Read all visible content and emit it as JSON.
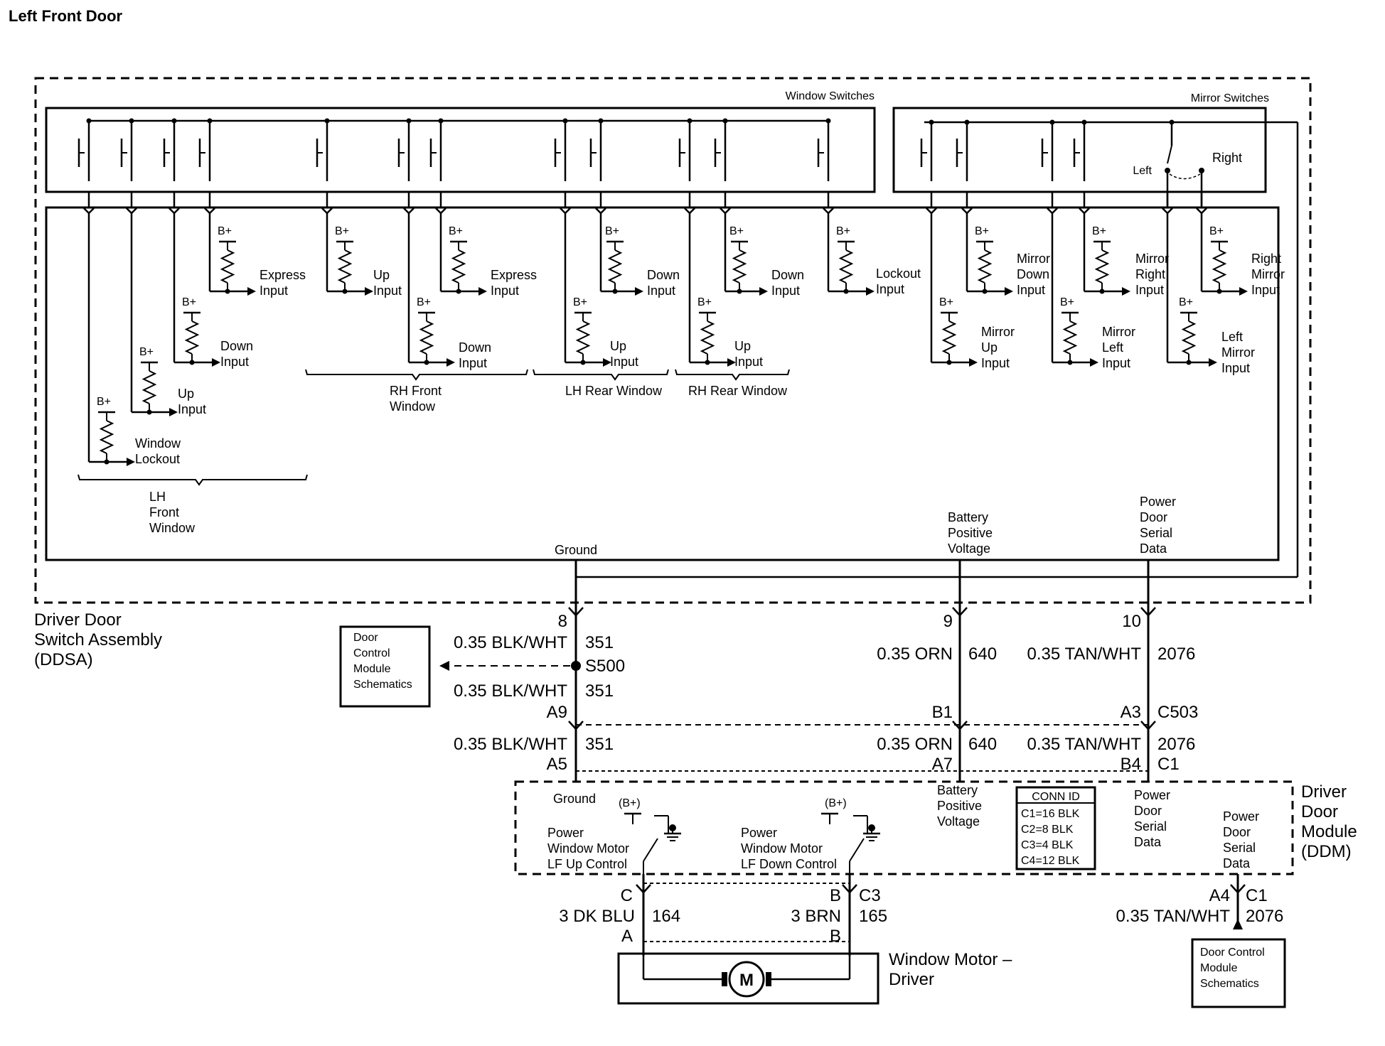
{
  "page_title": "Left Front Door",
  "ddsa": {
    "name_lines": [
      "Driver Door",
      "Switch Assembly",
      "(DDSA)"
    ],
    "window_switches_label": "Window Switches",
    "mirror_switches_label": "Mirror Switches",
    "mirror_left": "Left",
    "mirror_right": "Right",
    "bplus": "B+",
    "inputs": [
      {
        "lines": [
          "Window",
          "Lockout"
        ]
      },
      {
        "lines": [
          "Up",
          "Input"
        ]
      },
      {
        "lines": [
          "Down",
          "Input"
        ]
      },
      {
        "lines": [
          "Express",
          "Input"
        ]
      },
      {
        "lines": [
          "Up",
          "Input"
        ]
      },
      {
        "lines": [
          "Down",
          "Input"
        ]
      },
      {
        "lines": [
          "Express",
          "Input"
        ]
      },
      {
        "lines": [
          "Up",
          "Input"
        ]
      },
      {
        "lines": [
          "Down",
          "Input"
        ]
      },
      {
        "lines": [
          "Up",
          "Input"
        ]
      },
      {
        "lines": [
          "Down",
          "Input"
        ]
      },
      {
        "lines": [
          "Lockout",
          "Input"
        ]
      },
      {
        "lines": [
          "Mirror",
          "Up",
          "Input"
        ]
      },
      {
        "lines": [
          "Mirror",
          "Down",
          "Input"
        ]
      },
      {
        "lines": [
          "Mirror",
          "Left",
          "Input"
        ]
      },
      {
        "lines": [
          "Mirror",
          "Right",
          "Input"
        ]
      },
      {
        "lines": [
          "Left",
          "Mirror",
          "Input"
        ]
      },
      {
        "lines": [
          "Right",
          "Mirror",
          "Input"
        ]
      }
    ],
    "groups": [
      {
        "lines": [
          "LH",
          "Front",
          "Window"
        ]
      },
      {
        "lines": [
          "RH Front",
          "Window"
        ]
      },
      {
        "lines": [
          "LH Rear Window"
        ]
      },
      {
        "lines": [
          "RH Rear Window"
        ]
      }
    ],
    "ground": "Ground",
    "battery_lines": [
      "Battery",
      "Positive",
      "Voltage"
    ],
    "serial_lines": [
      "Power",
      "Door",
      "Serial",
      "Data"
    ]
  },
  "circuits": {
    "pin8": "8",
    "pin9": "9",
    "pin10": "10",
    "ground_wire": "0.35 BLK/WHT",
    "ground_circuit": "351",
    "splice": "S500",
    "orn_wire": "0.35 ORN",
    "orn_circuit": "640",
    "tan_wire": "0.35 TAN/WHT",
    "tan_circuit": "2076",
    "conn_a9": "A9",
    "conn_b1": "B1",
    "conn_a3": "A3",
    "conn_c503": "C503",
    "conn_a5": "A5",
    "conn_a7": "A7",
    "conn_b4": "B4",
    "conn_c1": "C1",
    "dcm_lines": [
      "Door",
      "Control",
      "Module",
      "Schematics"
    ]
  },
  "ddm": {
    "name_lines": [
      "Driver",
      "Door",
      "Module",
      "(DDM)"
    ],
    "ground": "Ground",
    "bplus_paren": "(B+)",
    "up_control_lines": [
      "Power",
      "Window Motor",
      "LF Up Control"
    ],
    "down_control_lines": [
      "Power",
      "Window Motor",
      "LF Down Control"
    ],
    "battery_lines": [
      "Battery",
      "Positive",
      "Voltage"
    ],
    "serial_lines_1": [
      "Power",
      "Door",
      "Serial",
      "Data"
    ],
    "serial_lines_2": [
      "Power",
      "Door",
      "Serial",
      "Data"
    ],
    "conn_id_title": "CONN ID",
    "conn_id_rows": [
      "C1=16 BLK",
      "C2=8 BLK",
      "C3=4 BLK",
      "C4=12 BLK"
    ]
  },
  "motor": {
    "pin_c": "C",
    "pin_b": "B",
    "conn_c3": "C3",
    "blu_wire": "3 DK BLU",
    "blu_circuit": "164",
    "brn_wire": "3 BRN",
    "brn_circuit": "165",
    "pin_a": "A",
    "pin_b2": "B",
    "symbol": "M",
    "name_lines": [
      "Window Motor –",
      "Driver"
    ]
  },
  "bottom_right": {
    "pin_a4": "A4",
    "conn_c1": "C1",
    "wire": "0.35 TAN/WHT",
    "circuit": "2076",
    "dcm_lines": [
      "Door Control",
      "Module",
      "Schematics"
    ]
  }
}
